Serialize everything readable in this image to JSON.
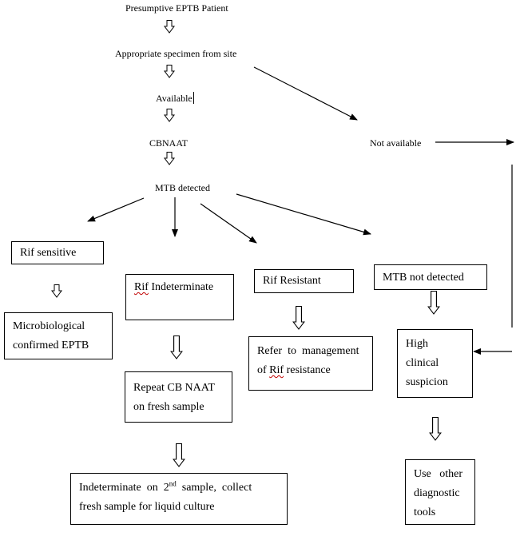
{
  "nodes": {
    "presumptive": "Presumptive EPTB Patient",
    "specimen": "Appropriate specimen from site",
    "available": "Available",
    "cbnaat": "CBNAAT",
    "mtb_detected": "MTB detected",
    "not_available": "Not available",
    "rif_sensitive": "Rif sensitive",
    "rif_indeterminate": {
      "prefix": "Rif",
      "rest": " Indeterminate"
    },
    "rif_resistant": "Rif Resistant",
    "mtb_not_detected": "MTB not detected",
    "micro_confirmed": {
      "line1": "Microbiological",
      "line2": "confirmed EPTB"
    },
    "refer": {
      "line1": "Refer  to  management",
      "line2_prefix": "of ",
      "line2_underlined": "Rif",
      "line2_rest": " resistance"
    },
    "repeat": {
      "line1": "Repeat CB NAAT",
      "line2": "on fresh sample"
    },
    "high": {
      "line1": "High",
      "line2": "clinical",
      "line3": "suspicion"
    },
    "indeterminate2": {
      "line1_a": "Indeterminate  on  2",
      "line1_sup": "nd",
      "line1_b": "  sample,  collect",
      "line2": "fresh sample for liquid culture"
    },
    "use_other": {
      "line1": "Use   other",
      "line2": "diagnostic",
      "line3": "tools"
    }
  }
}
